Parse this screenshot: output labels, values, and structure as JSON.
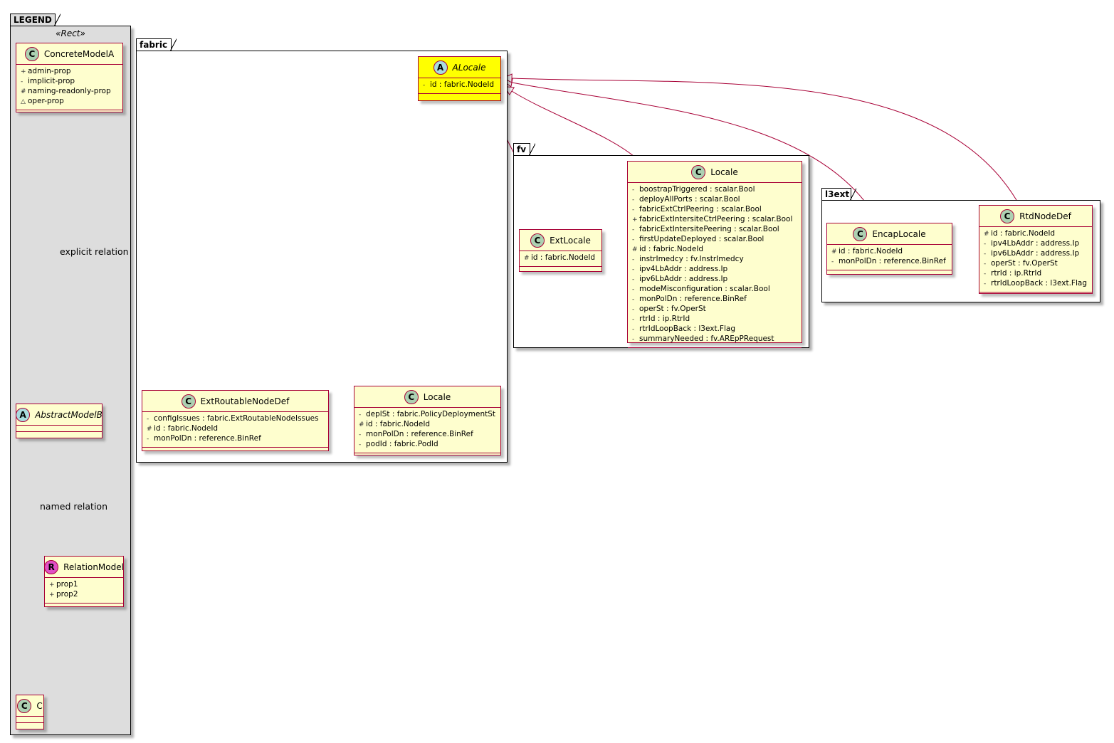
{
  "legend": {
    "title": "LEGEND",
    "stereotype": "«Rect»",
    "classes": {
      "concrete": {
        "badge": "C",
        "name": "ConcreteModelA",
        "attributes": [
          {
            "vis": "+",
            "text": "admin-prop"
          },
          {
            "vis": "-",
            "text": "implicit-prop"
          },
          {
            "vis": "#",
            "text": "naming-readonly-prop"
          },
          {
            "vis": "△",
            "text": "oper-prop"
          }
        ]
      },
      "abstract": {
        "badge": "A",
        "name": "AbstractModelB"
      },
      "relation": {
        "badge": "R",
        "name": "RelationModel",
        "attributes": [
          {
            "vis": "+",
            "text": "prop1"
          },
          {
            "vis": "+",
            "text": "prop2"
          }
        ]
      },
      "c": {
        "badge": "C",
        "name": "C"
      }
    },
    "edge_labels": {
      "explicit": "explicit relation",
      "named": "named relation"
    }
  },
  "packages": {
    "fabric": {
      "title": "fabric",
      "classes": {
        "alocale": {
          "badge": "A",
          "name": "ALocale",
          "attributes": [
            {
              "vis": "-",
              "text": "id : fabric.NodeId"
            }
          ]
        },
        "extroutable": {
          "badge": "C",
          "name": "ExtRoutableNodeDef",
          "attributes": [
            {
              "vis": "-",
              "text": "configIssues : fabric.ExtRoutableNodeIssues"
            },
            {
              "vis": "#",
              "text": "id : fabric.NodeId"
            },
            {
              "vis": "-",
              "text": "monPolDn : reference.BinRef"
            }
          ]
        },
        "locale": {
          "badge": "C",
          "name": "Locale",
          "attributes": [
            {
              "vis": "-",
              "text": "deplSt : fabric.PolicyDeploymentSt"
            },
            {
              "vis": "#",
              "text": "id : fabric.NodeId"
            },
            {
              "vis": "-",
              "text": "monPolDn : reference.BinRef"
            },
            {
              "vis": "-",
              "text": "podId : fabric.PodId"
            }
          ]
        }
      }
    },
    "fv": {
      "title": "fv",
      "classes": {
        "extlocale": {
          "badge": "C",
          "name": "ExtLocale",
          "attributes": [
            {
              "vis": "#",
              "text": "id : fabric.NodeId"
            }
          ]
        },
        "locale": {
          "badge": "C",
          "name": "Locale",
          "attributes": [
            {
              "vis": "-",
              "text": "boostrapTriggered : scalar.Bool"
            },
            {
              "vis": "-",
              "text": "deployAllPorts : scalar.Bool"
            },
            {
              "vis": "-",
              "text": "fabricExtCtrlPeering : scalar.Bool"
            },
            {
              "vis": "+",
              "text": "fabricExtIntersiteCtrlPeering : scalar.Bool"
            },
            {
              "vis": "-",
              "text": "fabricExtIntersitePeering : scalar.Bool"
            },
            {
              "vis": "-",
              "text": "firstUpdateDeployed : scalar.Bool"
            },
            {
              "vis": "#",
              "text": "id : fabric.NodeId"
            },
            {
              "vis": "-",
              "text": "instrImedcy : fv.InstrImedcy"
            },
            {
              "vis": "-",
              "text": "ipv4LbAddr : address.Ip"
            },
            {
              "vis": "-",
              "text": "ipv6LbAddr : address.Ip"
            },
            {
              "vis": "-",
              "text": "modeMisconfiguration : scalar.Bool"
            },
            {
              "vis": "-",
              "text": "monPolDn : reference.BinRef"
            },
            {
              "vis": "-",
              "text": "operSt : fv.OperSt"
            },
            {
              "vis": "-",
              "text": "rtrId : ip.RtrId"
            },
            {
              "vis": "-",
              "text": "rtrIdLoopBack : l3ext.Flag"
            },
            {
              "vis": "-",
              "text": "summaryNeeded : fv.AREpPRequest"
            }
          ]
        }
      }
    },
    "l3ext": {
      "title": "l3ext",
      "classes": {
        "encaplocale": {
          "badge": "C",
          "name": "EncapLocale",
          "attributes": [
            {
              "vis": "#",
              "text": "id : fabric.NodeId"
            },
            {
              "vis": "-",
              "text": "monPolDn : reference.BinRef"
            }
          ]
        },
        "rtdnodedef": {
          "badge": "C",
          "name": "RtdNodeDef",
          "attributes": [
            {
              "vis": "#",
              "text": "id : fabric.NodeId"
            },
            {
              "vis": "-",
              "text": "ipv4LbAddr : address.Ip"
            },
            {
              "vis": "-",
              "text": "ipv6LbAddr : address.Ip"
            },
            {
              "vis": "-",
              "text": "operSt : fv.OperSt"
            },
            {
              "vis": "-",
              "text": "rtrId : ip.RtrId"
            },
            {
              "vis": "-",
              "text": "rtrIdLoopBack : l3ext.Flag"
            }
          ]
        }
      }
    }
  },
  "colors": {
    "class_fill": "#fefece",
    "class_border": "#a80036",
    "highlight_fill": "#ffff00",
    "legend_fill": "#dddddd",
    "relation_line": "#a80036"
  }
}
